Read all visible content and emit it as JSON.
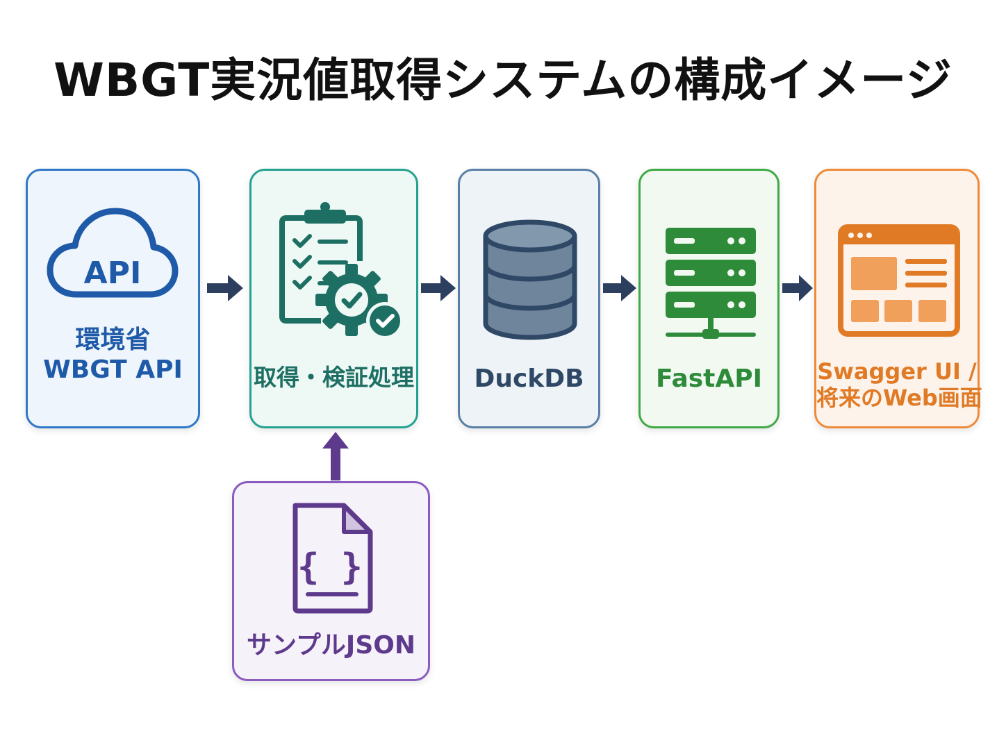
{
  "title": "WBGT実況値取得システムの構成イメージ",
  "colors": {
    "api": "#1f5aa8",
    "process": "#1d6f63",
    "duckdb": "#2e4866",
    "fastapi": "#2e8b3a",
    "web": "#e07a25",
    "sample": "#5e3a8c",
    "arrow": "#2d3f5e"
  },
  "nodes": [
    {
      "id": "api",
      "icon": "cloud-icon",
      "icon_text": "API",
      "lines": [
        "環境省",
        "WBGT API"
      ]
    },
    {
      "id": "process",
      "icon": "clipboard-gear-icon",
      "lines": [
        "取得・検証処理"
      ]
    },
    {
      "id": "duckdb",
      "icon": "database-icon",
      "lines": [
        "DuckDB"
      ]
    },
    {
      "id": "fastapi",
      "icon": "server-icon",
      "lines": [
        "FastAPI"
      ]
    },
    {
      "id": "web",
      "icon": "browser-window-icon",
      "lines": [
        "Swagger UI /",
        "将来のWeb画面"
      ]
    },
    {
      "id": "sample",
      "icon": "json-file-icon",
      "icon_text": "{ }",
      "lines": [
        "サンプルJSON"
      ]
    }
  ],
  "edges": [
    {
      "from": "api",
      "to": "process"
    },
    {
      "from": "process",
      "to": "duckdb"
    },
    {
      "from": "duckdb",
      "to": "fastapi"
    },
    {
      "from": "fastapi",
      "to": "web"
    },
    {
      "from": "sample",
      "to": "process"
    }
  ]
}
